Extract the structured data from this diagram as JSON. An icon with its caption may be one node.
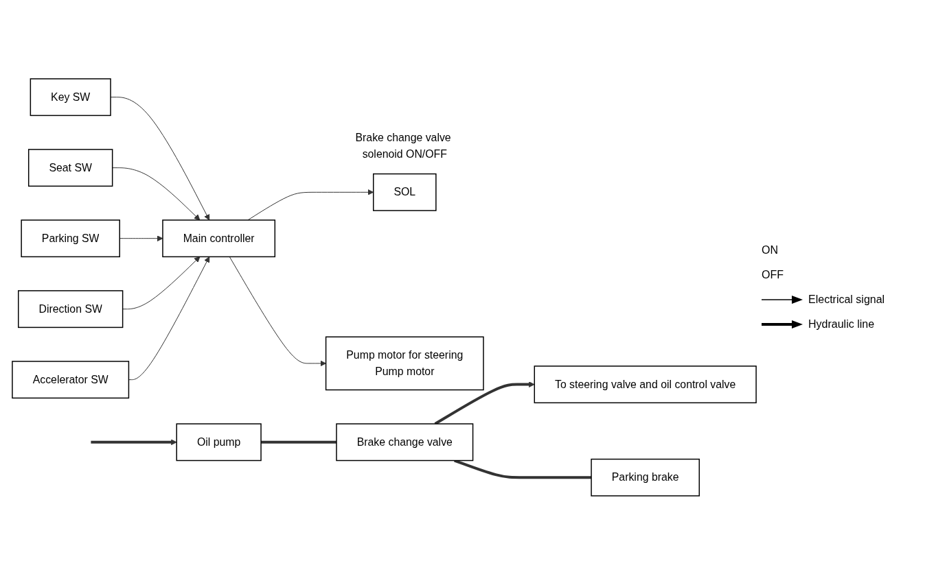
{
  "diagram": {
    "nodes": [
      {
        "text": [
          "Main controller"
        ]
      },
      {
        "text": [
          "Key SW"
        ]
      },
      {
        "text": [
          "Seat SW"
        ]
      },
      {
        "text": [
          "Parking SW"
        ]
      },
      {
        "text": [
          "Direction SW"
        ]
      },
      {
        "text": [
          "Accelerator SW"
        ]
      },
      {
        "text": [
          "SOL"
        ],
        "beside": [
          "Brake change valve solenoid ON/OFF"
        ]
      },
      {
        "text": [
          "Brake change valve"
        ]
      },
      {
        "text": [
          "Parking brake"
        ]
      },
      {
        "text": [
          "Pump motor for steering",
          "Pump motor"
        ]
      },
      {
        "text": [
          "Oil pump"
        ]
      },
      {
        "text": [
          "To steering valve and oil control valve"
        ]
      }
    ],
    "edges": [
      {
        "from": 1,
        "to": 0,
        "arrow": "to"
      },
      {
        "from": 2,
        "to": 0,
        "arrow": "to"
      },
      {
        "from": 3,
        "to": 0,
        "arrow": "to"
      },
      {
        "from": 4,
        "to": 0,
        "arrow": "to"
      },
      {
        "from": 5,
        "to": 0,
        "arrow": "to"
      },
      {
        "from": 0,
        "to": 6,
        "arrow": "to"
      },
      {
        "from": 0,
        "to": 9,
        "arrow": "to"
      },
      {
        "from": 7,
        "to": 11,
        "arrow": "to",
        "style": "thick"
      },
      {
        "from": 7,
        "to": 8,
        "arrow": "none",
        "style": "thick"
      },
      {
        "from": 10,
        "to": 7,
        "arrow": "none",
        "style": "thick"
      },
      {
        "from": null,
        "to": 10,
        "arrow": "to",
        "style": "thick"
      }
    ],
    "labels": [
      "ON",
      "OFF"
    ],
    "legend": [
      {
        "text": "Electrical signal"
      },
      {
        "text": "Hydraulic line"
      }
    ]
  }
}
